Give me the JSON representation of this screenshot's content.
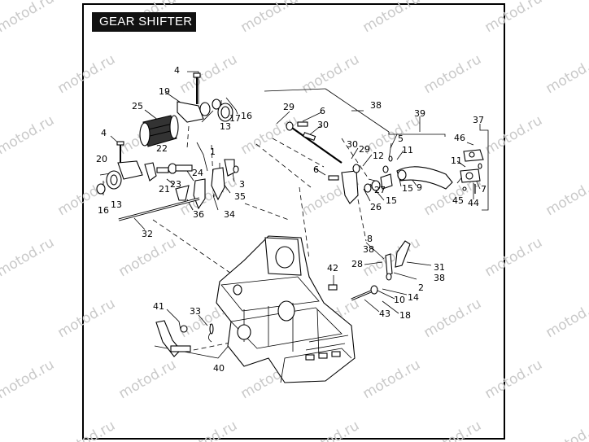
{
  "title": "GEAR SHIFTER",
  "watermark": "motod.ru",
  "callouts": [
    {
      "id": "c1",
      "text": "1"
    },
    {
      "id": "c2",
      "text": "2"
    },
    {
      "id": "c3",
      "text": "3"
    },
    {
      "id": "c4a",
      "text": "4"
    },
    {
      "id": "c4b",
      "text": "4"
    },
    {
      "id": "c5",
      "text": "5"
    },
    {
      "id": "c6a",
      "text": "6"
    },
    {
      "id": "c6b",
      "text": "6"
    },
    {
      "id": "c7",
      "text": "7"
    },
    {
      "id": "c8",
      "text": "8"
    },
    {
      "id": "c9",
      "text": "9"
    },
    {
      "id": "c10",
      "text": "10"
    },
    {
      "id": "c11a",
      "text": "11"
    },
    {
      "id": "c11b",
      "text": "11"
    },
    {
      "id": "c12",
      "text": "12"
    },
    {
      "id": "c13a",
      "text": "13"
    },
    {
      "id": "c13b",
      "text": "13"
    },
    {
      "id": "c14",
      "text": "14"
    },
    {
      "id": "c15a",
      "text": "15"
    },
    {
      "id": "c15b",
      "text": "15"
    },
    {
      "id": "c16a",
      "text": "16"
    },
    {
      "id": "c16b",
      "text": "16"
    },
    {
      "id": "c17",
      "text": "17"
    },
    {
      "id": "c18",
      "text": "18"
    },
    {
      "id": "c19",
      "text": "19"
    },
    {
      "id": "c20",
      "text": "20"
    },
    {
      "id": "c21",
      "text": "21"
    },
    {
      "id": "c22",
      "text": "22"
    },
    {
      "id": "c23",
      "text": "23"
    },
    {
      "id": "c24",
      "text": "24"
    },
    {
      "id": "c25",
      "text": "25"
    },
    {
      "id": "c26",
      "text": "26"
    },
    {
      "id": "c27",
      "text": "27"
    },
    {
      "id": "c28",
      "text": "28"
    },
    {
      "id": "c29a",
      "text": "29"
    },
    {
      "id": "c29b",
      "text": "29"
    },
    {
      "id": "c30a",
      "text": "30"
    },
    {
      "id": "c30b",
      "text": "30"
    },
    {
      "id": "c31",
      "text": "31"
    },
    {
      "id": "c32",
      "text": "32"
    },
    {
      "id": "c33",
      "text": "33"
    },
    {
      "id": "c34",
      "text": "34"
    },
    {
      "id": "c35",
      "text": "35"
    },
    {
      "id": "c36",
      "text": "36"
    },
    {
      "id": "c37",
      "text": "37"
    },
    {
      "id": "c38a",
      "text": "38"
    },
    {
      "id": "c38b",
      "text": "38"
    },
    {
      "id": "c38c",
      "text": "38"
    },
    {
      "id": "c39",
      "text": "39"
    },
    {
      "id": "c40",
      "text": "40"
    },
    {
      "id": "c41",
      "text": "41"
    },
    {
      "id": "c42",
      "text": "42"
    },
    {
      "id": "c43",
      "text": "43"
    },
    {
      "id": "c44",
      "text": "44"
    },
    {
      "id": "c45",
      "text": "45"
    },
    {
      "id": "c46",
      "text": "46"
    }
  ]
}
